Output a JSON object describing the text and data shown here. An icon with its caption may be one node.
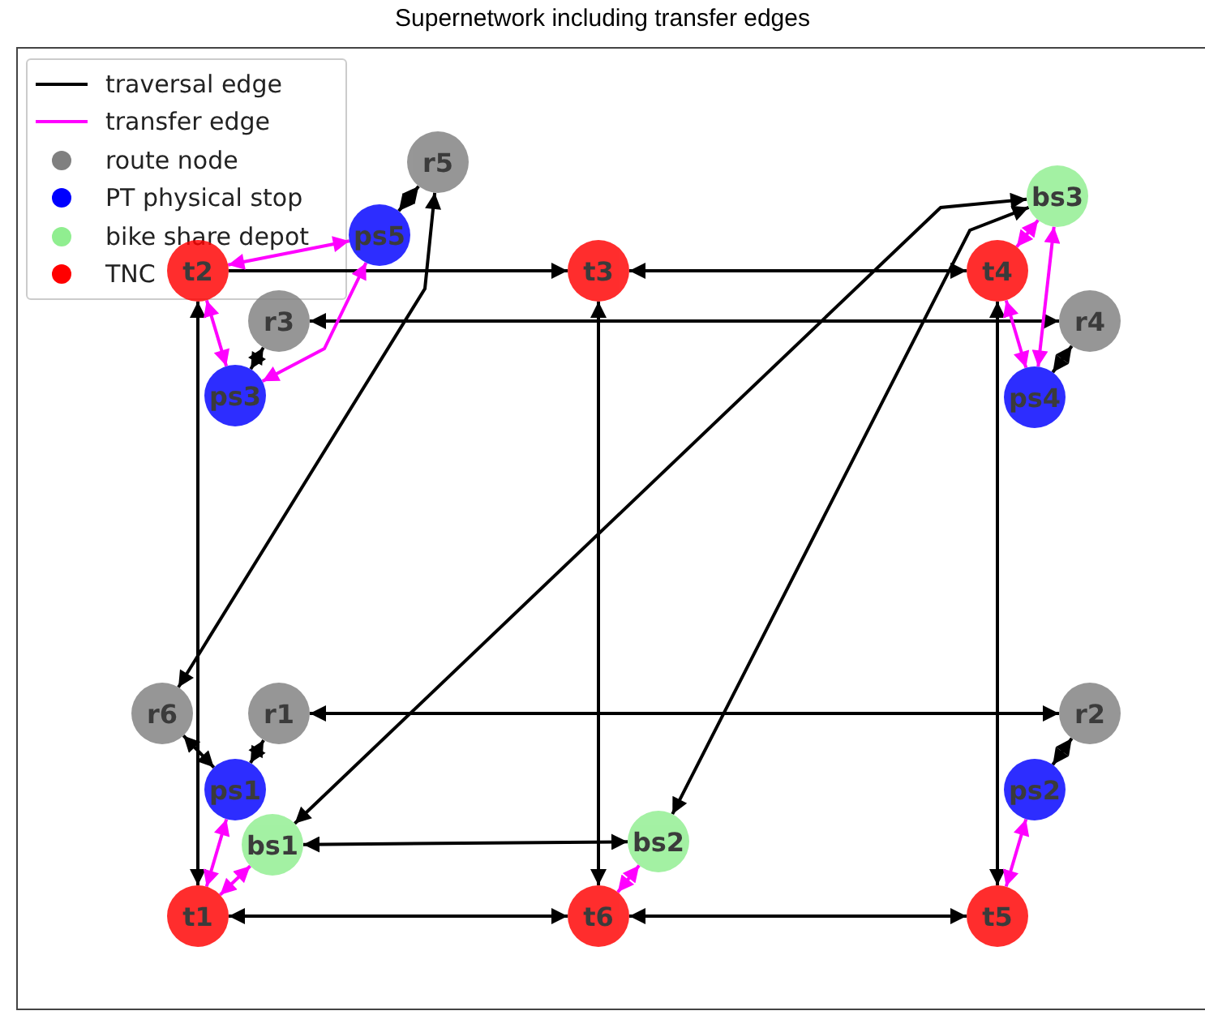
{
  "diagram": {
    "title": "Supernetwork including transfer edges",
    "nodes": [
      {
        "text": [
          "r5"
        ]
      },
      {
        "text": [
          "ps5"
        ]
      },
      {
        "text": [
          "bs3"
        ]
      },
      {
        "text": [
          "t2"
        ]
      },
      {
        "text": [
          "t3"
        ]
      },
      {
        "text": [
          "t4"
        ]
      },
      {
        "text": [
          "r3"
        ]
      },
      {
        "text": [
          "r4"
        ]
      },
      {
        "text": [
          "ps3"
        ]
      },
      {
        "text": [
          "ps4"
        ]
      },
      {
        "text": [
          "r6"
        ]
      },
      {
        "text": [
          "r1"
        ]
      },
      {
        "text": [
          "r2"
        ]
      },
      {
        "text": [
          "ps1"
        ]
      },
      {
        "text": [
          "ps2"
        ]
      },
      {
        "text": [
          "bs1"
        ]
      },
      {
        "text": [
          "bs2"
        ]
      },
      {
        "text": [
          "t1"
        ]
      },
      {
        "text": [
          "t6"
        ]
      },
      {
        "text": [
          "t5"
        ]
      }
    ],
    "edges": [
      {
        "from": 3,
        "to": 4,
        "arrow": "to"
      },
      {
        "from": 4,
        "to": 5,
        "arrow": "both"
      },
      {
        "from": 7,
        "to": 6,
        "arrow": "both"
      },
      {
        "from": 11,
        "to": 12,
        "arrow": "both"
      },
      {
        "from": 15,
        "to": 16,
        "arrow": "both"
      },
      {
        "from": 17,
        "to": 18,
        "arrow": "both"
      },
      {
        "from": 18,
        "to": 19,
        "arrow": "both"
      },
      {
        "from": 18,
        "to": 4,
        "arrow": "both"
      },
      {
        "from": 3,
        "to": 17,
        "arrow": "both"
      },
      {
        "from": 5,
        "to": 19,
        "arrow": "both"
      },
      {
        "from": 15,
        "to": 2,
        "arrow": "both"
      },
      {
        "from": 16,
        "to": 2,
        "arrow": "both"
      },
      {
        "from": 0,
        "to": 1,
        "arrow": "both"
      },
      {
        "from": 8,
        "to": 6,
        "arrow": "both"
      },
      {
        "from": 10,
        "to": 13,
        "arrow": "both"
      },
      {
        "from": 11,
        "to": 13,
        "arrow": "both"
      },
      {
        "from": 7,
        "to": 9,
        "arrow": "both"
      },
      {
        "from": 12,
        "to": 14,
        "arrow": "both"
      },
      {
        "from": 0,
        "to": 10,
        "arrow": "both"
      },
      {
        "from": 3,
        "to": 1,
        "arrow": "both",
        "color": "#ff00ff"
      },
      {
        "from": 3,
        "to": 8,
        "arrow": "both",
        "color": "#ff00ff"
      },
      {
        "from": 8,
        "to": 1,
        "arrow": "both",
        "color": "#ff00ff"
      },
      {
        "from": 5,
        "to": 9,
        "arrow": "both",
        "color": "#ff00ff"
      },
      {
        "from": 5,
        "to": 2,
        "arrow": "both",
        "color": "#ff00ff"
      },
      {
        "from": 9,
        "to": 2,
        "arrow": "both",
        "color": "#ff00ff"
      },
      {
        "from": 13,
        "to": 17,
        "arrow": "both",
        "color": "#ff00ff"
      },
      {
        "from": 15,
        "to": 17,
        "arrow": "both",
        "color": "#ff00ff"
      },
      {
        "from": 16,
        "to": 18,
        "arrow": "both",
        "color": "#ff00ff"
      },
      {
        "from": 14,
        "to": 19,
        "arrow": "both",
        "color": "#ff00ff"
      }
    ],
    "legend": [
      {
        "text": "traversal edge",
        "color": "#000000"
      },
      {
        "text": "transfer edge",
        "color": "#ff00ff"
      },
      {
        "text": "route node",
        "color": "#808080"
      },
      {
        "text": "PT physical stop",
        "color": "#0000ff"
      },
      {
        "text": "bike share depot",
        "color": "#90ee90"
      },
      {
        "text": "TNC",
        "color": "#ff0000"
      }
    ]
  }
}
